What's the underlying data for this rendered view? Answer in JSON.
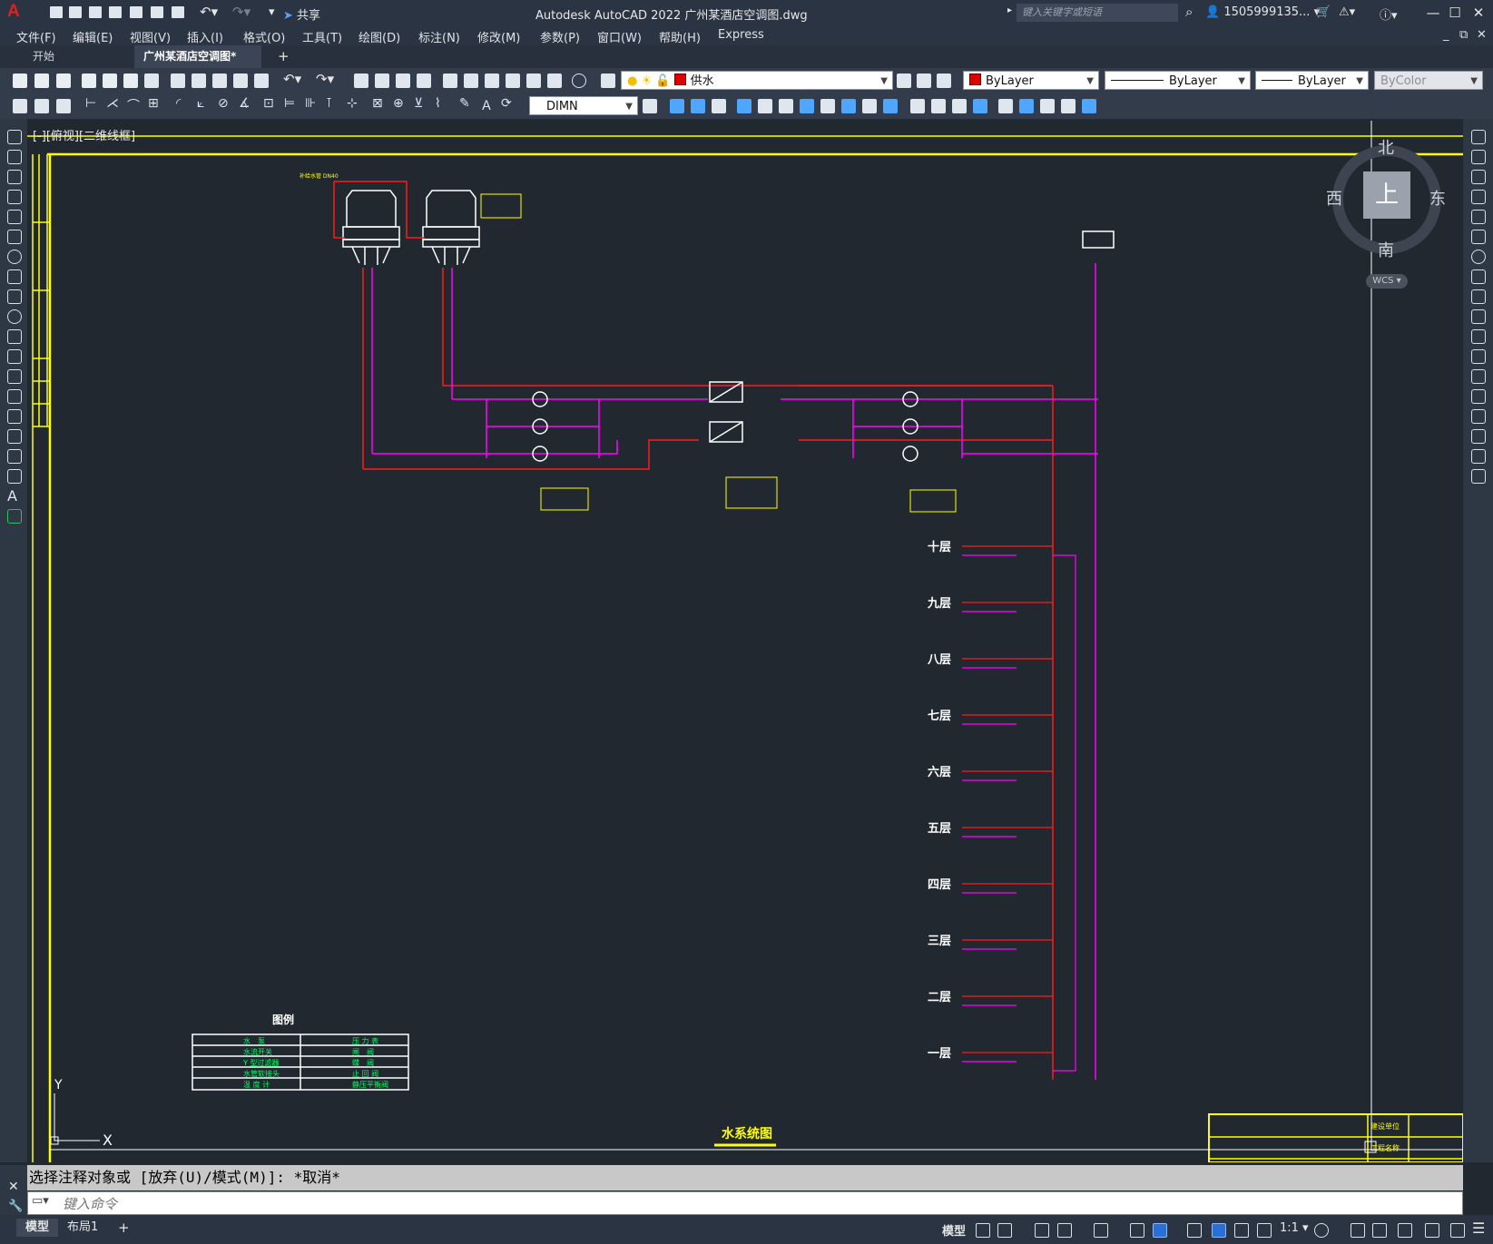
{
  "app": {
    "title": "Autodesk AutoCAD 2022    广州某酒店空调图.dwg",
    "search_placeholder": "键入关键字或短语",
    "user": "1505999135...",
    "share": "共享"
  },
  "menu": [
    "文件(F)",
    "编辑(E)",
    "视图(V)",
    "插入(I)",
    "格式(O)",
    "工具(T)",
    "绘图(D)",
    "标注(N)",
    "修改(M)",
    "参数(P)",
    "窗口(W)",
    "帮助(H)",
    "Express"
  ],
  "tabs": {
    "start": "开始",
    "doc": "广州某酒店空调图*",
    "close": "✕",
    "add": "+"
  },
  "toolbar": {
    "layer": "供水",
    "color": "ByLayer",
    "linetype": "ByLayer",
    "lineweight": "ByLayer",
    "plotstyle": "ByColor",
    "dimstyle": "DIMN",
    "layer_swatch": "#e00000"
  },
  "viewport": {
    "label": "[-][俯视][二维线框]",
    "compass": {
      "north": "北",
      "south": "南",
      "east": "东",
      "west": "西",
      "top": "上"
    },
    "wcs": "WCS"
  },
  "drawing": {
    "title": "水系统图",
    "legend_title": "图例",
    "legend_left": [
      "水　泵",
      "水流开关",
      "Y 型过滤器",
      "水管软接头",
      "温 度 计"
    ],
    "legend_right": [
      "压 力 表",
      "闸　阀",
      "蝶　阀",
      "止 回 阀",
      "静压平衡阀"
    ],
    "floors": [
      "十层",
      "九层",
      "八层",
      "七层",
      "六层",
      "五层",
      "四层",
      "三层",
      "二层",
      "一层"
    ],
    "tower_note": "补给水管\nDN40",
    "titleblock": [
      "建设单位",
      "工程名称"
    ],
    "colors": {
      "frame": "#ffff00",
      "supply": "#ff1a1a",
      "return": "#ff00ff",
      "equipment": "#ffffff",
      "annotation": "#ffff00",
      "accent": "#00ffff"
    }
  },
  "ucs": {
    "x": "X",
    "y": "Y"
  },
  "command": {
    "history": "选择注释对象或 [放弃(U)/模式(M)]: *取消*",
    "placeholder": "键入命令"
  },
  "status": {
    "layout_tabs": [
      "模型",
      "布局1"
    ],
    "add": "+",
    "model": "模型",
    "scale": "1:1"
  }
}
